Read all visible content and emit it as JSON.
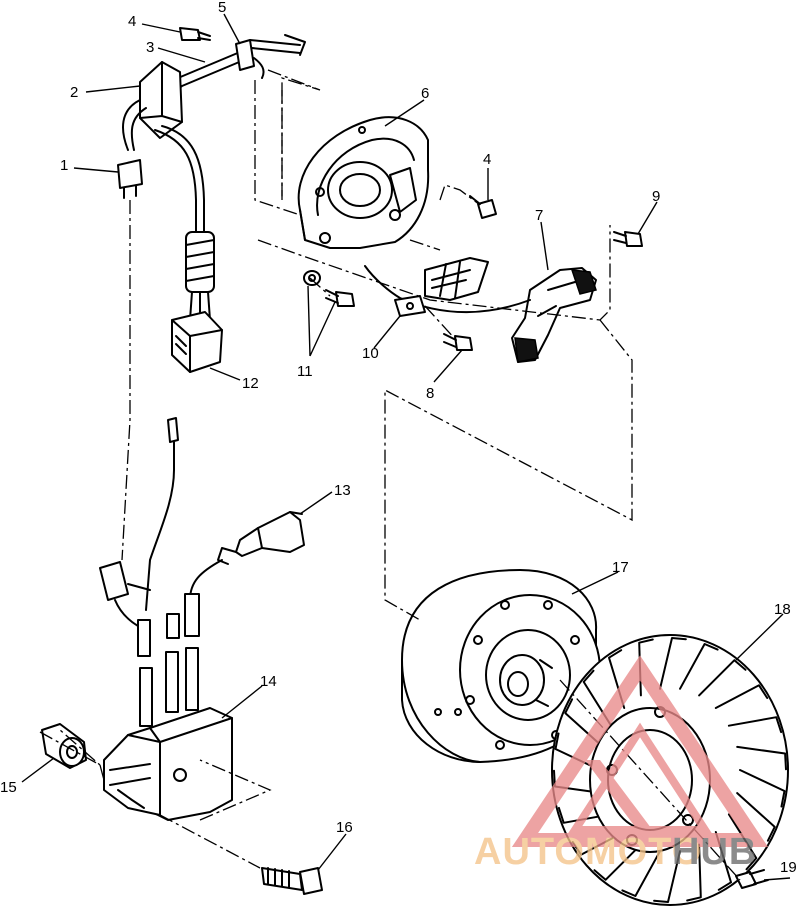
{
  "diagram": {
    "callouts": [
      {
        "id": "c1",
        "label": "1"
      },
      {
        "id": "c2",
        "label": "2"
      },
      {
        "id": "c3",
        "label": "3"
      },
      {
        "id": "c4a",
        "label": "4"
      },
      {
        "id": "c4b",
        "label": "4"
      },
      {
        "id": "c5",
        "label": "5"
      },
      {
        "id": "c6",
        "label": "6"
      },
      {
        "id": "c7",
        "label": "7"
      },
      {
        "id": "c8",
        "label": "8"
      },
      {
        "id": "c9",
        "label": "9"
      },
      {
        "id": "c10",
        "label": "10"
      },
      {
        "id": "c11",
        "label": "11"
      },
      {
        "id": "c12",
        "label": "12"
      },
      {
        "id": "c13",
        "label": "13"
      },
      {
        "id": "c14",
        "label": "14"
      },
      {
        "id": "c15",
        "label": "15"
      },
      {
        "id": "c16",
        "label": "16"
      },
      {
        "id": "c17",
        "label": "17"
      },
      {
        "id": "c18",
        "label": "18"
      },
      {
        "id": "c19",
        "label": "19"
      }
    ]
  },
  "watermark": {
    "part1": "AUTOMOTO",
    "part2": "HUB",
    "color_primary": "#e88a8a",
    "color_secondary": "#f4c38a",
    "color_text_dark": "#6b6b6b"
  }
}
